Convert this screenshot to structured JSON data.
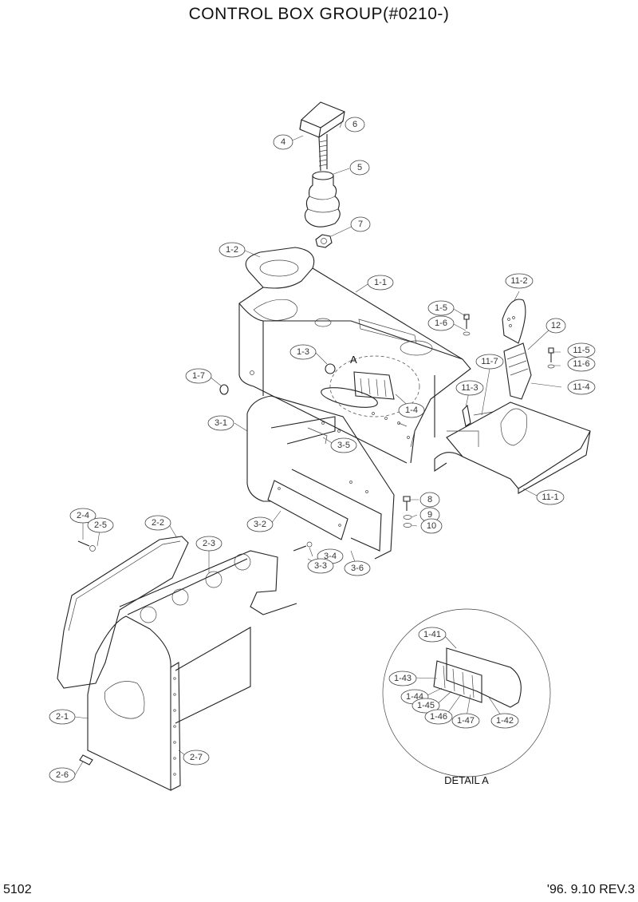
{
  "title": "CONTROL BOX GROUP(#0210-)",
  "footer": {
    "page_number": "5102",
    "revision": "'96. 9.10  REV.3"
  },
  "detail_label": "DETAIL A",
  "marker_a": "A",
  "callouts": [
    {
      "id": "4",
      "label": "4"
    },
    {
      "id": "6",
      "label": "6"
    },
    {
      "id": "5",
      "label": "5"
    },
    {
      "id": "7",
      "label": "7"
    },
    {
      "id": "1-2",
      "label": "1-2"
    },
    {
      "id": "1-1",
      "label": "1-1"
    },
    {
      "id": "1-5",
      "label": "1-5"
    },
    {
      "id": "1-6",
      "label": "1-6"
    },
    {
      "id": "11-2",
      "label": "11-2"
    },
    {
      "id": "12",
      "label": "12"
    },
    {
      "id": "11-5",
      "label": "11-5"
    },
    {
      "id": "11-6",
      "label": "11-6"
    },
    {
      "id": "11-7",
      "label": "11-7"
    },
    {
      "id": "11-4",
      "label": "11-4"
    },
    {
      "id": "1-3",
      "label": "1-3"
    },
    {
      "id": "1-7",
      "label": "1-7"
    },
    {
      "id": "11-3",
      "label": "11-3"
    },
    {
      "id": "1-4",
      "label": "1-4"
    },
    {
      "id": "3-1",
      "label": "3-1"
    },
    {
      "id": "3-5",
      "label": "3-5"
    },
    {
      "id": "11-1",
      "label": "11-1"
    },
    {
      "id": "8",
      "label": "8"
    },
    {
      "id": "9",
      "label": "9"
    },
    {
      "id": "10",
      "label": "10"
    },
    {
      "id": "2-4",
      "label": "2-4"
    },
    {
      "id": "2-5",
      "label": "2-5"
    },
    {
      "id": "2-2",
      "label": "2-2"
    },
    {
      "id": "3-2",
      "label": "3-2"
    },
    {
      "id": "2-3",
      "label": "2-3"
    },
    {
      "id": "3-4",
      "label": "3-4"
    },
    {
      "id": "3-3",
      "label": "3-3"
    },
    {
      "id": "3-6",
      "label": "3-6"
    },
    {
      "id": "1-41",
      "label": "1-41"
    },
    {
      "id": "1-43",
      "label": "1-43"
    },
    {
      "id": "1-44",
      "label": "1-44"
    },
    {
      "id": "1-45",
      "label": "1-45"
    },
    {
      "id": "1-46",
      "label": "1-46"
    },
    {
      "id": "1-47",
      "label": "1-47"
    },
    {
      "id": "1-42",
      "label": "1-42"
    },
    {
      "id": "2-1",
      "label": "2-1"
    },
    {
      "id": "2-7",
      "label": "2-7"
    },
    {
      "id": "2-6",
      "label": "2-6"
    }
  ]
}
